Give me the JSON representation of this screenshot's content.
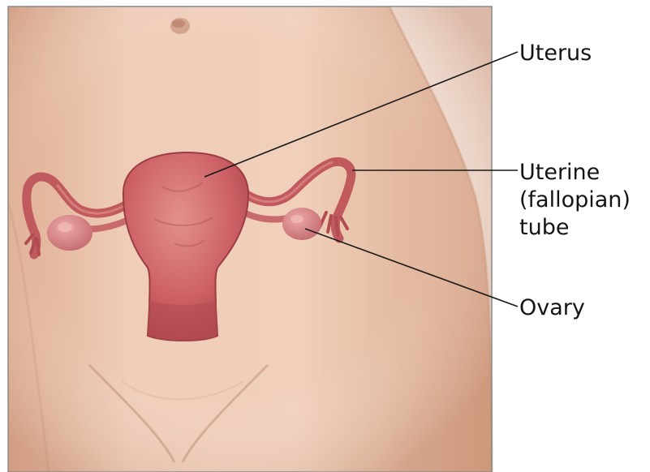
{
  "labels": {
    "uterus": "Uterus",
    "uterine_tube": [
      "Uterine",
      "(fallopian)",
      "tube"
    ],
    "ovary": "Ovary"
  },
  "colors": {
    "background": "#ffffff",
    "skin": "#e9c4ad",
    "skin_shadow": "#d9a98d",
    "organ": "#c95a5e",
    "organ_dark": "#a83f47",
    "organ_light": "#e08a86",
    "ovary": "#d9878a",
    "leader_line": "#1a1a1a"
  }
}
